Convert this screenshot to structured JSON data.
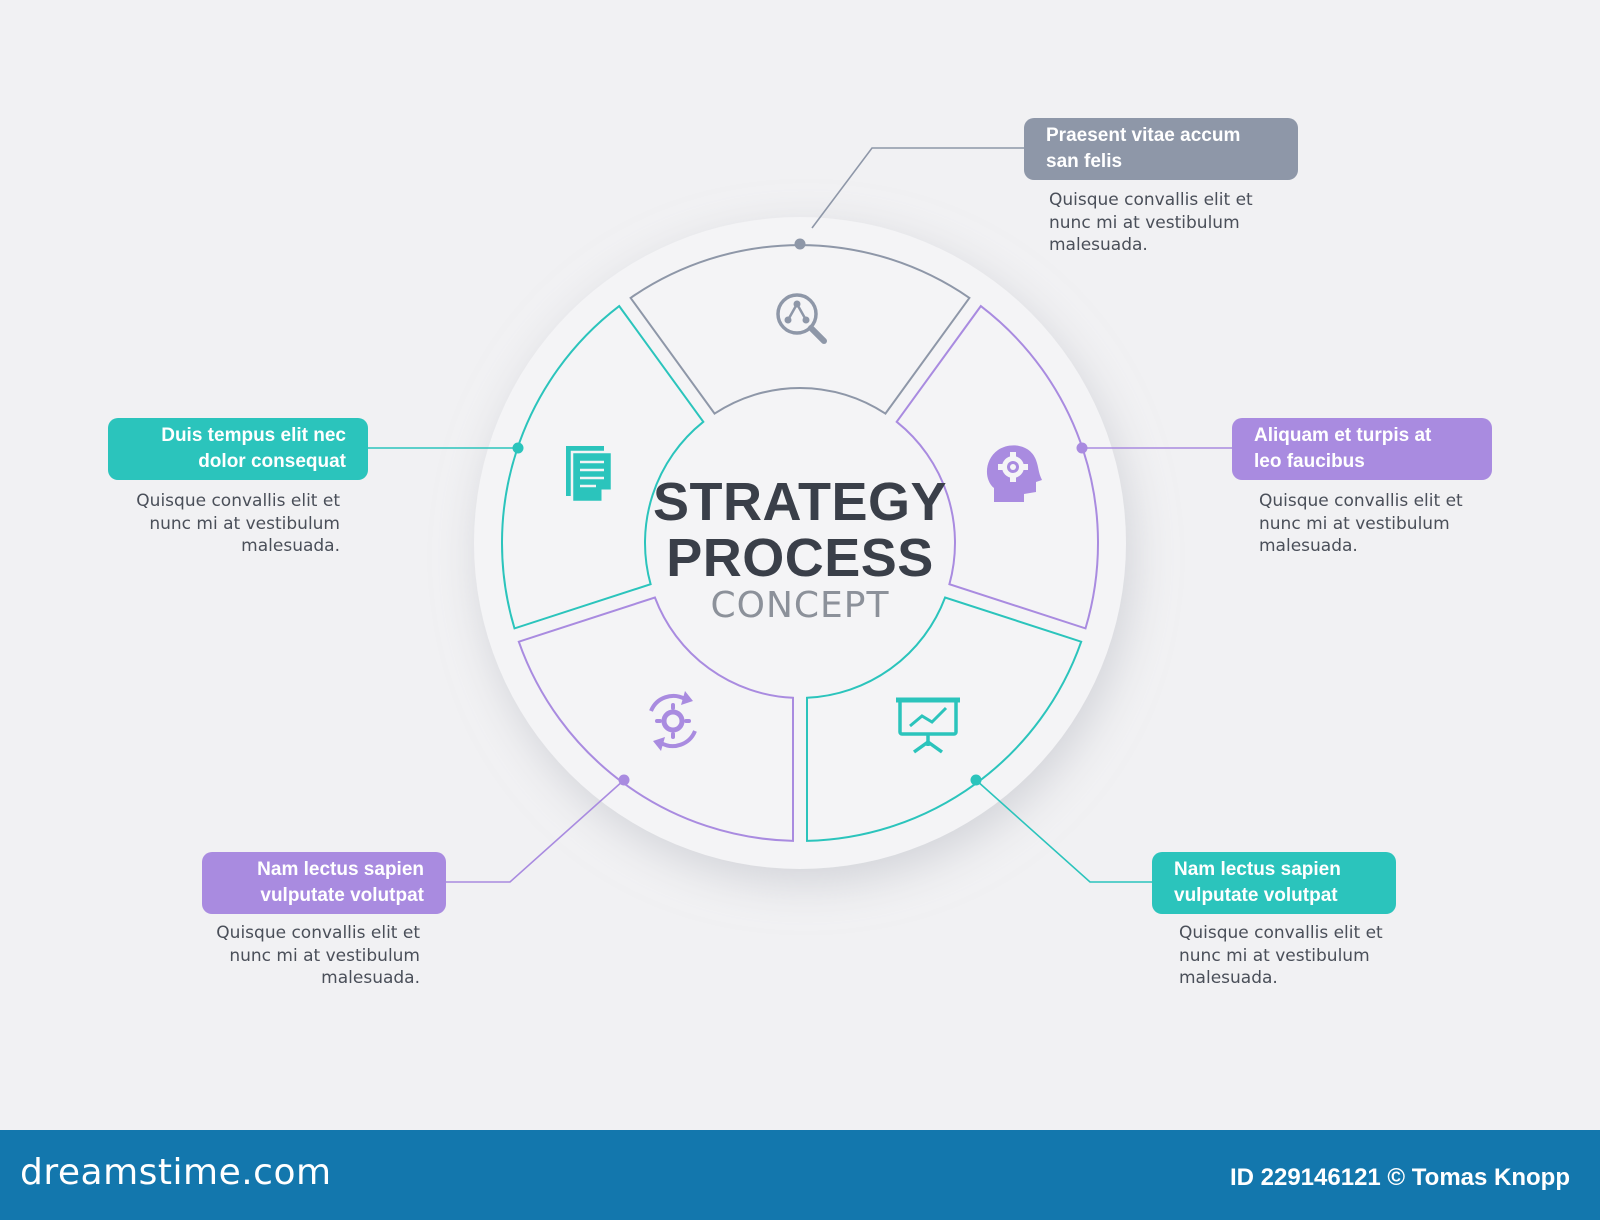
{
  "title": {
    "line1": "STRATEGY",
    "line2": "PROCESS",
    "line3": "CONCEPT"
  },
  "colors": {
    "background": "#f1f1f3",
    "gray": "#8e97a8",
    "purple": "#a98be0",
    "teal": "#2bc4bc",
    "footer": "#1377ad"
  },
  "segments": [
    {
      "id": "top",
      "color": "gray",
      "icon": "magnifier-network-icon",
      "label": "Praesent vitae  accum san felis",
      "label_lines": [
        "Praesent vitae  accum",
        "san felis"
      ],
      "desc_lines": [
        "Quisque convallis elit et",
        "nunc mi at vestibulum",
        "malesuada."
      ]
    },
    {
      "id": "right",
      "color": "purple",
      "icon": "head-gear-icon",
      "label_lines": [
        "Aliquam et turpis at",
        "leo faucibus"
      ],
      "desc_lines": [
        "Quisque convallis elit et",
        "nunc mi at vestibulum",
        "malesuada."
      ]
    },
    {
      "id": "bottom-right",
      "color": "teal",
      "icon": "presentation-chart-icon",
      "label_lines": [
        "Nam lectus sapien",
        "vulputate volutpat"
      ],
      "desc_lines": [
        "Quisque convallis elit et",
        "nunc mi at vestibulum",
        "malesuada."
      ]
    },
    {
      "id": "bottom-left",
      "color": "purple",
      "icon": "cycle-gear-icon",
      "label_lines": [
        "Nam lectus sapien",
        "vulputate volutpat"
      ],
      "desc_lines": [
        "Quisque convallis elit et",
        "nunc mi at vestibulum",
        "malesuada."
      ]
    },
    {
      "id": "left",
      "color": "teal",
      "icon": "documents-icon",
      "label_lines": [
        "Duis tempus elit nec",
        "dolor consequat"
      ],
      "desc_lines": [
        "Quisque convallis elit et",
        "nunc mi at vestibulum",
        "malesuada."
      ]
    }
  ],
  "footer": {
    "brand": "dreamstime.com",
    "stock_id": "ID 229146121 © Tomas Knopp"
  }
}
